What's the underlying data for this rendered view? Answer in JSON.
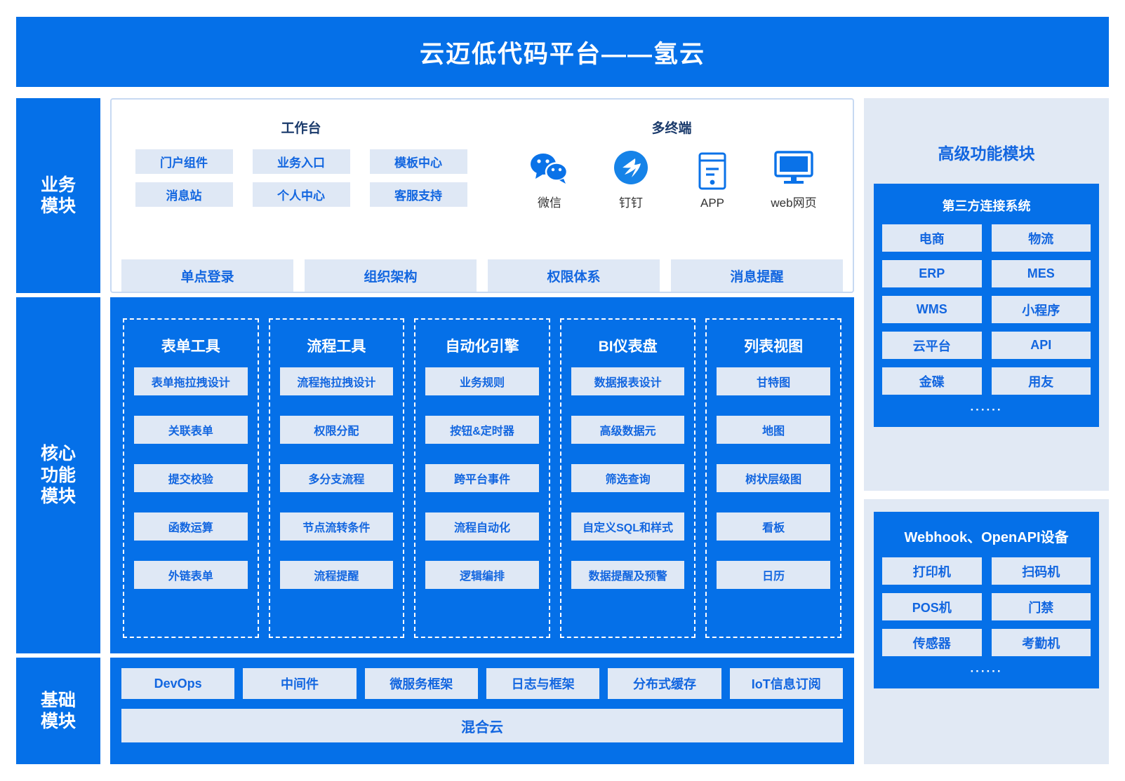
{
  "header": {
    "title": "云迈低代码平台——氢云"
  },
  "rails": {
    "business": "业务\n模块",
    "business_l1": "业务",
    "business_l2": "模块",
    "core_l1": "核心",
    "core_l2": "功能",
    "core_l3": "模块",
    "base_l1": "基础",
    "base_l2": "模块"
  },
  "business": {
    "workbench": {
      "title": "工作台",
      "chips": [
        "门户组件",
        "业务入口",
        "模板中心",
        "消息站",
        "个人中心",
        "客服支持"
      ]
    },
    "terminals": {
      "title": "多终端",
      "items": [
        {
          "label": "微信",
          "icon": "wechat-icon"
        },
        {
          "label": "钉钉",
          "icon": "dingtalk-icon"
        },
        {
          "label": "APP",
          "icon": "app-device-icon"
        },
        {
          "label": "web网页",
          "icon": "monitor-icon"
        }
      ]
    },
    "bottom_chips": [
      "单点登录",
      "组织架构",
      "权限体系",
      "消息提醒"
    ]
  },
  "core": {
    "columns": [
      {
        "title": "表单工具",
        "items": [
          "表单拖拉拽设计",
          "关联表单",
          "提交校验",
          "函数运算",
          "外链表单"
        ]
      },
      {
        "title": "流程工具",
        "items": [
          "流程拖拉拽设计",
          "权限分配",
          "多分支流程",
          "节点流转条件",
          "流程提醒"
        ]
      },
      {
        "title": "自动化引擎",
        "items": [
          "业务规则",
          "按钮&定时器",
          "跨平台事件",
          "流程自动化",
          "逻辑编排"
        ]
      },
      {
        "title": "BI仪表盘",
        "items": [
          "数据报表设计",
          "高级数据元",
          "筛选查询",
          "自定义SQL和样式",
          "数据提醒及预警"
        ]
      },
      {
        "title": "列表视图",
        "items": [
          "甘特图",
          "地图",
          "树状层级图",
          "看板",
          "日历"
        ]
      }
    ]
  },
  "foundation": {
    "chips": [
      "DevOps",
      "中间件",
      "微服务框架",
      "日志与框架",
      "分布式缓存",
      "IoT信息订阅"
    ],
    "wide": "混合云"
  },
  "advanced": {
    "title": "高级功能模块",
    "third_party": {
      "title": "第三方连接系统",
      "chips": [
        "电商",
        "物流",
        "ERP",
        "MES",
        "WMS",
        "小程序",
        "云平台",
        "API",
        "金碟",
        "用友"
      ],
      "more": "······"
    },
    "api_devices": {
      "title": "Webhook、OpenAPI设备",
      "chips": [
        "打印机",
        "扫码机",
        "POS机",
        "门禁",
        "传感器",
        "考勤机"
      ],
      "more": "······"
    }
  },
  "colors": {
    "brand_blue": "#0570e8",
    "chip_bg": "#dfe8f5",
    "chip_text": "#1266e0",
    "panel_bg": "#e1e9f4",
    "panel_border": "#c7d9f2"
  }
}
